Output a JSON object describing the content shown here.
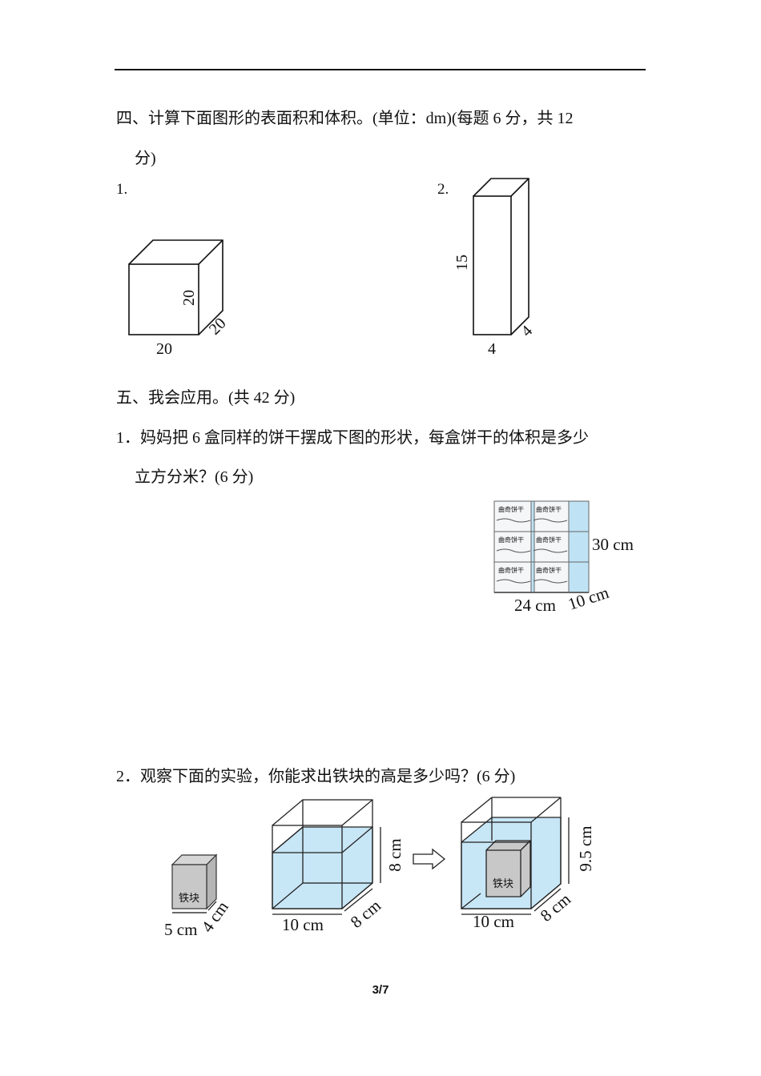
{
  "section4": {
    "title_line1": "四、计算下面图形的表面积和体积。(单位：dm)(每题 6 分，共 12",
    "title_line2": "分)",
    "q1": {
      "num": "1.",
      "height": "20",
      "width": "20",
      "depth": "20"
    },
    "q2": {
      "num": "2.",
      "height": "15",
      "width": "4",
      "depth": "4"
    }
  },
  "section5": {
    "title": "五、我会应用。(共 42 分)",
    "q1": {
      "line1": "1．妈妈把 6 盒同样的饼干摆成下图的形状，每盒饼干的体积是多少",
      "line2": "立方分米？(6 分)",
      "box_label": "曲奇饼干",
      "height": "30 cm",
      "width": "24 cm",
      "depth": "10 cm"
    },
    "q2": {
      "line1": "2．观察下面的实验，你能求出铁块的高是多少吗？(6 分)",
      "block_label": "铁块",
      "block_width": "5 cm",
      "block_depth": "4 cm",
      "tank_width": "10 cm",
      "tank_depth": "8 cm",
      "water_before": "8 cm",
      "water_after": "9.5 cm"
    }
  },
  "colors": {
    "water": "#c7e6f6",
    "iron": "#c8c8c8"
  },
  "page": "3/7"
}
